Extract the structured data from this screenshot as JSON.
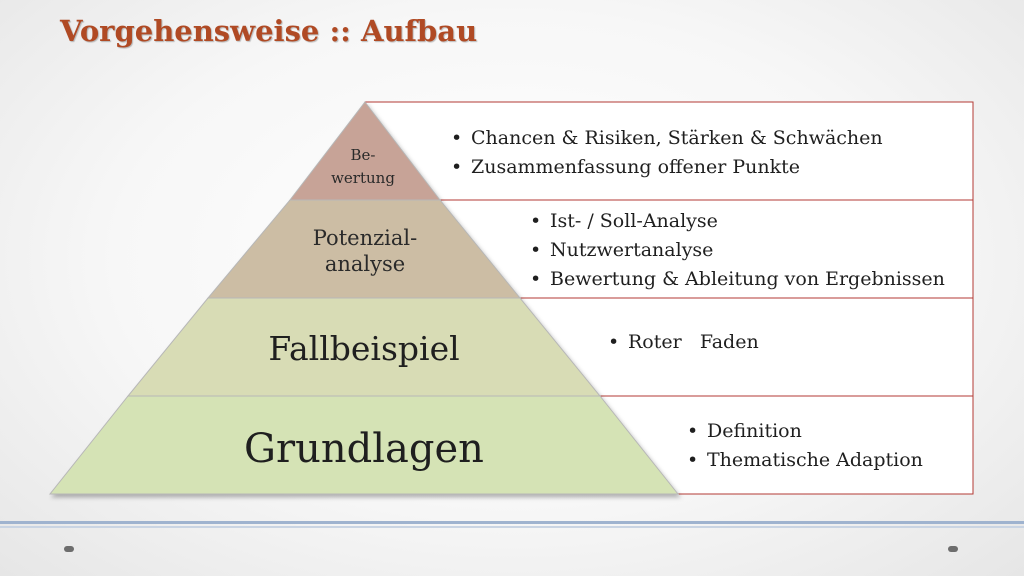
{
  "slide": {
    "title": "Vorgehensweise :: Aufbau"
  },
  "pyramid": {
    "levels": [
      {
        "id": "bewertung",
        "label_lines": [
          "Be-",
          "wertung"
        ],
        "bullets": [
          "Chancen & Risiken, Stärken & Schwächen",
          "Zusammenfassung offener Punkte"
        ],
        "color": "#c7a397"
      },
      {
        "id": "potenzialanalyse",
        "label_lines": [
          "Potenzial-",
          "analyse"
        ],
        "bullets": [
          "Ist- / Soll-Analyse",
          "Nutzwertanalyse",
          "Bewertung & Ableitung von Ergebnissen"
        ],
        "color": "#ccbda4"
      },
      {
        "id": "fallbeispiel",
        "label_lines": [
          "Fallbeispiel"
        ],
        "bullets": [
          "Roter   Faden"
        ],
        "color": "#d8dcb5"
      },
      {
        "id": "grundlagen",
        "label_lines": [
          "Grundlagen"
        ],
        "bullets": [
          "Definition",
          "Thematische Adaption"
        ],
        "color": "#d5e3b5"
      }
    ]
  },
  "colors": {
    "title": "#b04a24",
    "box_border": "#b33a34",
    "pyramid_edge": "#b7b7b7",
    "footer_line": "#9fb3cf"
  }
}
